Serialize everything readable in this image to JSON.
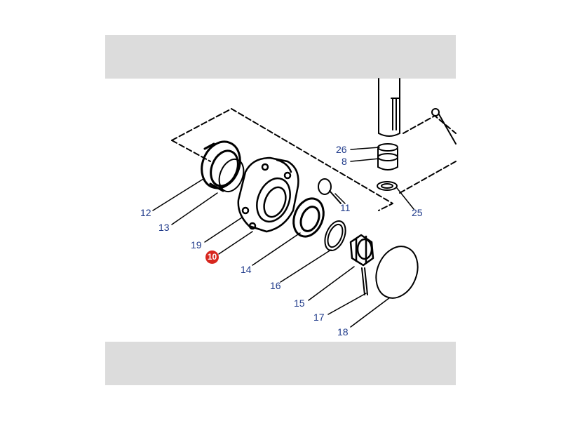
{
  "diagram": {
    "callouts": [
      {
        "id": "c12",
        "label": "12"
      },
      {
        "id": "c13",
        "label": "13"
      },
      {
        "id": "c19",
        "label": "19"
      },
      {
        "id": "c10",
        "label": "10",
        "highlight": true
      },
      {
        "id": "c14",
        "label": "14"
      },
      {
        "id": "c16",
        "label": "16"
      },
      {
        "id": "c15",
        "label": "15"
      },
      {
        "id": "c17",
        "label": "17"
      },
      {
        "id": "c18",
        "label": "18"
      },
      {
        "id": "c11",
        "label": "11"
      },
      {
        "id": "c25",
        "label": "25"
      },
      {
        "id": "c26",
        "label": "26"
      },
      {
        "id": "c8",
        "label": "8"
      }
    ],
    "colors": {
      "callout_text": "#1f3a8a",
      "highlight_badge": "#d7261e",
      "band_fill": "#dcdcdc",
      "linework": "#000000"
    }
  }
}
